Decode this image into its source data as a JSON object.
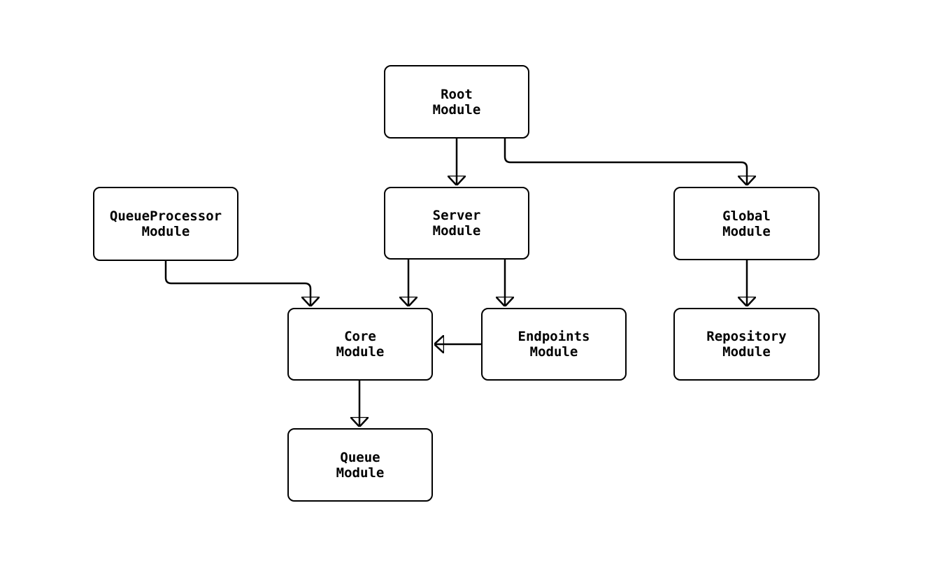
{
  "diagram": {
    "type": "flowchart",
    "background_color": "#ffffff",
    "node_fill_color": "#ffffff",
    "node_border_color": "#000000",
    "edge_color": "#000000",
    "text_color": "#000000",
    "nodes": {
      "root": {
        "title": "Root",
        "subtitle": "Module"
      },
      "server": {
        "title": "Server",
        "subtitle": "Module"
      },
      "global": {
        "title": "Global",
        "subtitle": "Module"
      },
      "queue_processor": {
        "title": "QueueProcessor",
        "subtitle": "Module"
      },
      "core": {
        "title": "Core",
        "subtitle": "Module"
      },
      "endpoints": {
        "title": "Endpoints",
        "subtitle": "Module"
      },
      "repository": {
        "title": "Repository",
        "subtitle": "Module"
      },
      "queue": {
        "title": "Queue",
        "subtitle": "Module"
      }
    },
    "edges": [
      {
        "from": "Root Module",
        "to": "Server Module"
      },
      {
        "from": "Root Module",
        "to": "Global Module"
      },
      {
        "from": "QueueProcessor Module",
        "to": "Core Module"
      },
      {
        "from": "Server Module",
        "to": "Core Module"
      },
      {
        "from": "Server Module",
        "to": "Endpoints Module"
      },
      {
        "from": "Endpoints Module",
        "to": "Core Module"
      },
      {
        "from": "Global Module",
        "to": "Repository Module"
      },
      {
        "from": "Core Module",
        "to": "Queue Module"
      }
    ]
  }
}
